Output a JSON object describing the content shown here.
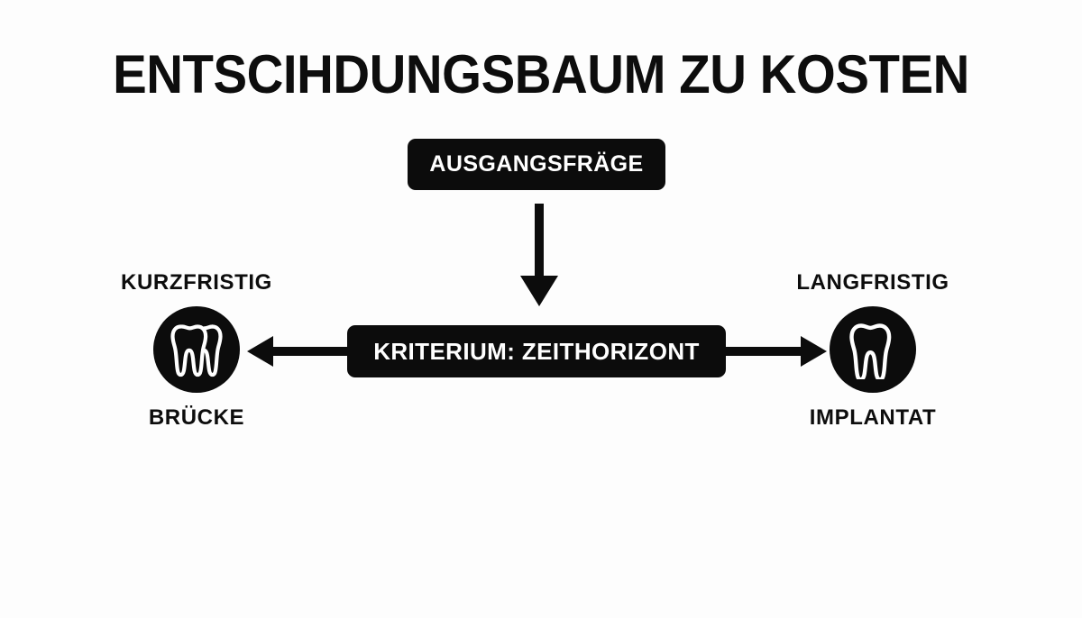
{
  "page": {
    "title": "ENTSCIHDUNGSBAUM ZU KOSTEN",
    "background_color": "#fdfdfd",
    "ink_color": "#0c0c0c",
    "text_on_dark_color": "#ffffff"
  },
  "diagram": {
    "type": "decision-tree",
    "root": {
      "label": "AUSGANGSFRÄGE"
    },
    "criterion": {
      "label": "KRITERIUM: ZEITHORIZONT"
    },
    "arrows": {
      "root_to_criterion": "arrow-down",
      "criterion_to_left": "arrow-left",
      "criterion_to_right": "arrow-right"
    },
    "branches": [
      {
        "side": "left",
        "top_label": "KURZFRISTIG",
        "bottom_label": "BRÜCKE",
        "icon": "molar-tooth-bridge-icon"
      },
      {
        "side": "right",
        "top_label": "LANGFRISTIG",
        "bottom_label": "IMPLANTAT",
        "icon": "single-tooth-implant-icon"
      }
    ]
  }
}
